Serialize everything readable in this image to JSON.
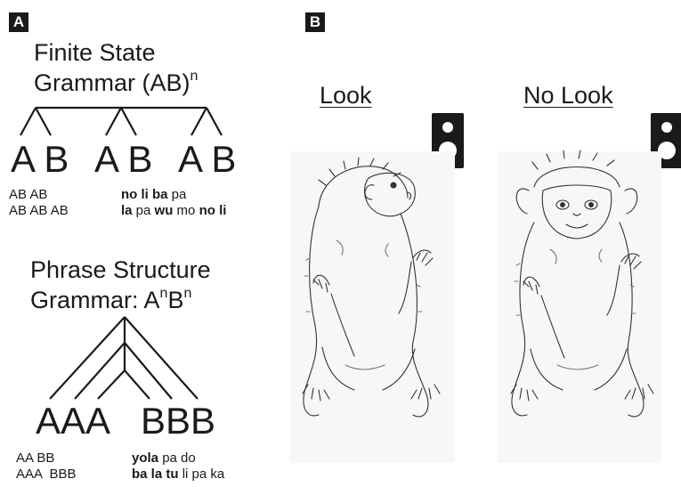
{
  "panel_a": {
    "label": "A",
    "fsg": {
      "title_line1": "Finite State",
      "title_line2_base": "Grammar (AB)",
      "title_line2_sup": "n",
      "symbols": [
        {
          "text": "A B"
        },
        {
          "text": "A B"
        },
        {
          "text": "A B"
        }
      ],
      "patterns": [
        "AB AB",
        "AB AB AB"
      ],
      "examples": [
        [
          {
            "t": "no",
            "b": true
          },
          {
            "t": " li ",
            "b": true
          },
          {
            "t": "ba",
            "b": true
          },
          {
            "t": " pa",
            "b": false
          }
        ],
        [
          {
            "t": "la",
            "b": true
          },
          {
            "t": " pa ",
            "b": false
          },
          {
            "t": "wu",
            "b": true
          },
          {
            "t": " mo ",
            "b": false
          },
          {
            "t": "no",
            "b": true
          },
          {
            "t": " li",
            "b": true
          }
        ]
      ]
    },
    "psg": {
      "title_line1": "Phrase Structure",
      "title_line2_base": "Grammar: A",
      "title_line2_sup1": "n",
      "title_line2_mid": "B",
      "title_line2_sup2": "n",
      "symbols_left": "AAA",
      "symbols_right": "BBB",
      "patterns": [
        "AA BB",
        "AAA  BBB"
      ],
      "examples": [
        [
          {
            "t": "yo",
            "b": true
          },
          {
            "t": "la",
            "b": true
          },
          {
            "t": " pa do",
            "b": false
          }
        ],
        [
          {
            "t": "ba",
            "b": true
          },
          {
            "t": " la ",
            "b": true
          },
          {
            "t": "tu",
            "b": true
          },
          {
            "t": " li pa ka",
            "b": false
          }
        ]
      ]
    }
  },
  "panel_b": {
    "label": "B",
    "conditions": [
      {
        "label": "Look"
      },
      {
        "label": "No Look"
      }
    ]
  },
  "colors": {
    "ink": "#1a1a1a",
    "label_bg": "#1a1a1a",
    "label_fg": "#ffffff"
  },
  "icons": [
    "speaker-icon",
    "marmoset-illustration"
  ]
}
